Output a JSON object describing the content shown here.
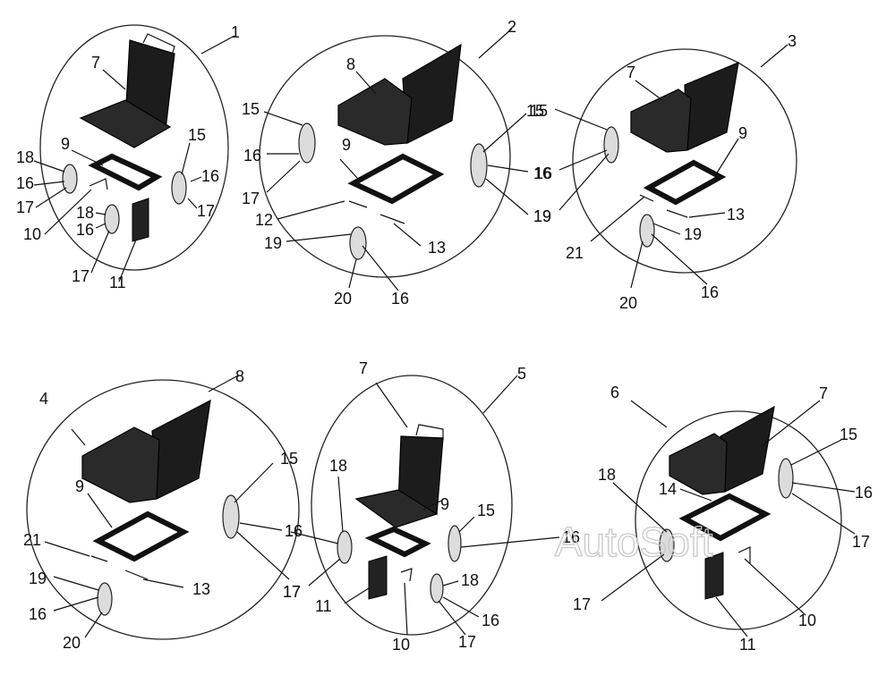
{
  "watermark": "AutoSoft",
  "labels": {
    "g1": "1",
    "g2": "2",
    "g3": "3",
    "g4": "4",
    "g5": "5",
    "g6": "6",
    "n7": "7",
    "n8": "8",
    "n9": "9",
    "n10": "10",
    "n11": "11",
    "n12": "12",
    "n13": "13",
    "n14": "14",
    "n15": "15",
    "n16": "16",
    "n17": "17",
    "n18": "18",
    "n19": "19",
    "n20": "20",
    "n21": "21"
  }
}
